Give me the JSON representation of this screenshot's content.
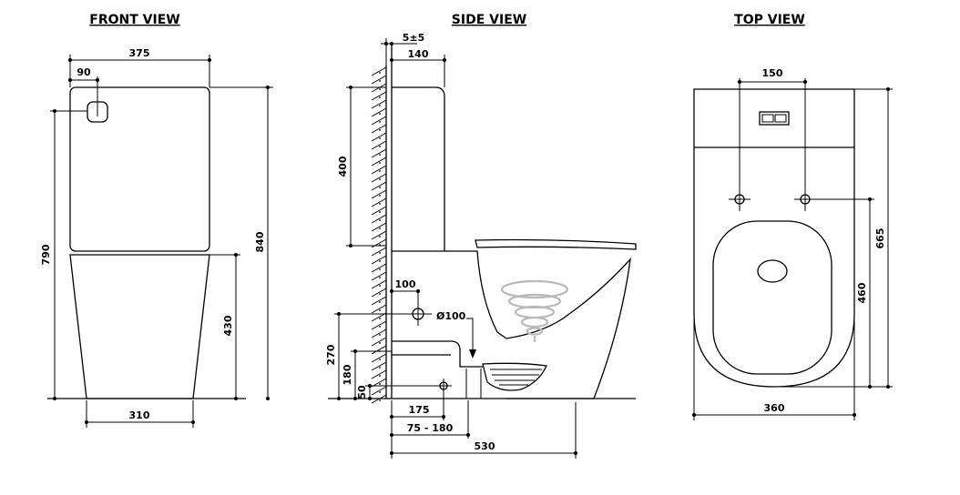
{
  "views": {
    "front": {
      "title": "FRONT VIEW",
      "dims": {
        "width_total": "375",
        "button_offset": "90",
        "height_tank": "790",
        "height_total": "840",
        "height_bowl": "430",
        "base_width": "310"
      }
    },
    "side": {
      "title": "SIDE VIEW",
      "dims": {
        "gap": "5±5",
        "tank_depth": "140",
        "tank_height": "400",
        "outlet_height": "100",
        "outlet_diameter": "Ø100",
        "floor_height_a": "270",
        "floor_height_b": "180",
        "floor_height_c": "50",
        "outlet_offset": "175",
        "adjust_range": "75 - 180",
        "depth_total": "530"
      }
    },
    "top": {
      "title": "TOP VIEW",
      "dims": {
        "fixing_spacing": "150",
        "depth_total": "665",
        "fixing_depth": "460",
        "width_total": "360"
      }
    }
  },
  "colors": {
    "line": "#000000",
    "background": "#ffffff",
    "swirl": "#b9b9b9"
  }
}
